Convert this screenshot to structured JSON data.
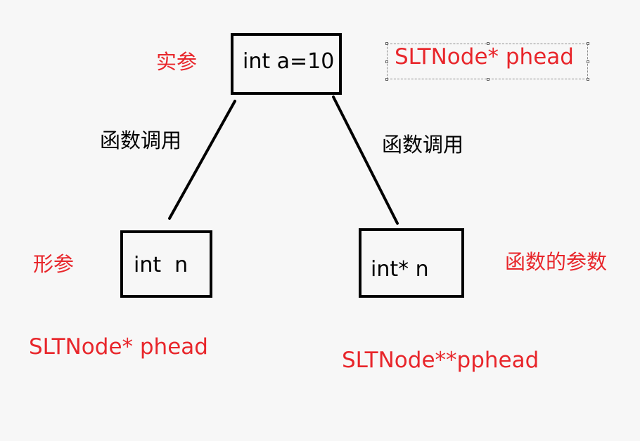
{
  "labels": {
    "actual_param": "实参",
    "formal_param": "形参",
    "function_call_left": "函数调用",
    "function_call_right": "函数调用",
    "function_params": "函数的参数",
    "top_right_type": "SLTNode* phead",
    "bottom_left_type": "SLTNode* phead",
    "bottom_right_type": "SLTNode**pphead"
  },
  "boxes": {
    "top": "int a=10",
    "bottom_left": "int  n",
    "bottom_right": "int* n"
  },
  "colors": {
    "accent_red": "#e8262b",
    "text_black": "#000000",
    "background": "#f7f7f7"
  }
}
